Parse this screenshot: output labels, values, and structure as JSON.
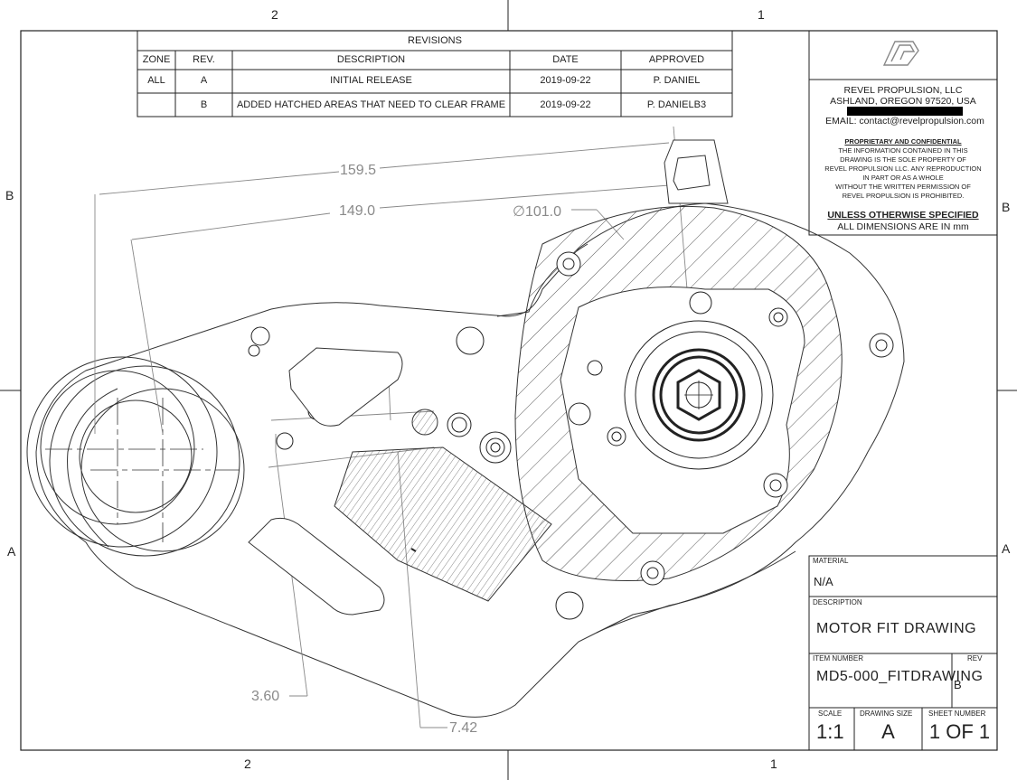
{
  "zones": {
    "top": [
      "2",
      "1"
    ],
    "bottom": [
      "2",
      "1"
    ],
    "left": [
      "B",
      "A"
    ],
    "right": [
      "B",
      "A"
    ]
  },
  "revisions": {
    "title": "REVISIONS",
    "headers": [
      "ZONE",
      "REV.",
      "DESCRIPTION",
      "DATE",
      "APPROVED"
    ],
    "rows": [
      {
        "zone": "ALL",
        "rev": "A",
        "description": "INITIAL RELEASE",
        "date": "2019-09-22",
        "approved": "P. DANIEL"
      },
      {
        "zone": "",
        "rev": "B",
        "description": "ADDED HATCHED AREAS THAT NEED TO CLEAR FRAME",
        "date": "2019-09-22",
        "approved": "P. DANIELB3"
      }
    ]
  },
  "company": {
    "name": "REVEL PROPULSION, LLC",
    "address": "ASHLAND, OREGON 97520, USA",
    "email": "EMAIL: contact@revelpropulsion.com",
    "logo_icon": "revel-logo-icon"
  },
  "proprietary": {
    "heading": "PROPRIETARY AND CONFIDENTIAL",
    "lines": [
      "THE INFORMATION CONTAINED IN THIS",
      "DRAWING IS THE SOLE PROPERTY OF",
      "REVEL PROPULSION LLC. ANY REPRODUCTION",
      "IN PART OR AS A WHOLE",
      "WITHOUT THE WRITTEN PERMISSION OF",
      "REVEL PROPULSION IS PROHIBITED."
    ]
  },
  "spec": {
    "heading": "UNLESS OTHERWISE SPECIFIED",
    "units": "ALL DIMENSIONS ARE IN mm"
  },
  "title_block": {
    "material_label": "MATERIAL",
    "material_value": "N/A",
    "description_label": "DESCRIPTION",
    "description_value": "MOTOR FIT DRAWING",
    "item_label": "ITEM NUMBER",
    "item_value": "MD5-000_FITDRAWING",
    "rev_label": "REV",
    "rev_value": "B",
    "scale_label": "SCALE",
    "scale_value": "1:1",
    "size_label": "DRAWING SIZE",
    "size_value": "A",
    "sheet_label": "SHEET NUMBER",
    "sheet_value": "1 OF 1"
  },
  "dimensions": {
    "d1": "159.5",
    "d2": "149.0",
    "d3": "∅101.0",
    "d4": "3.60",
    "d5": "7.42"
  }
}
